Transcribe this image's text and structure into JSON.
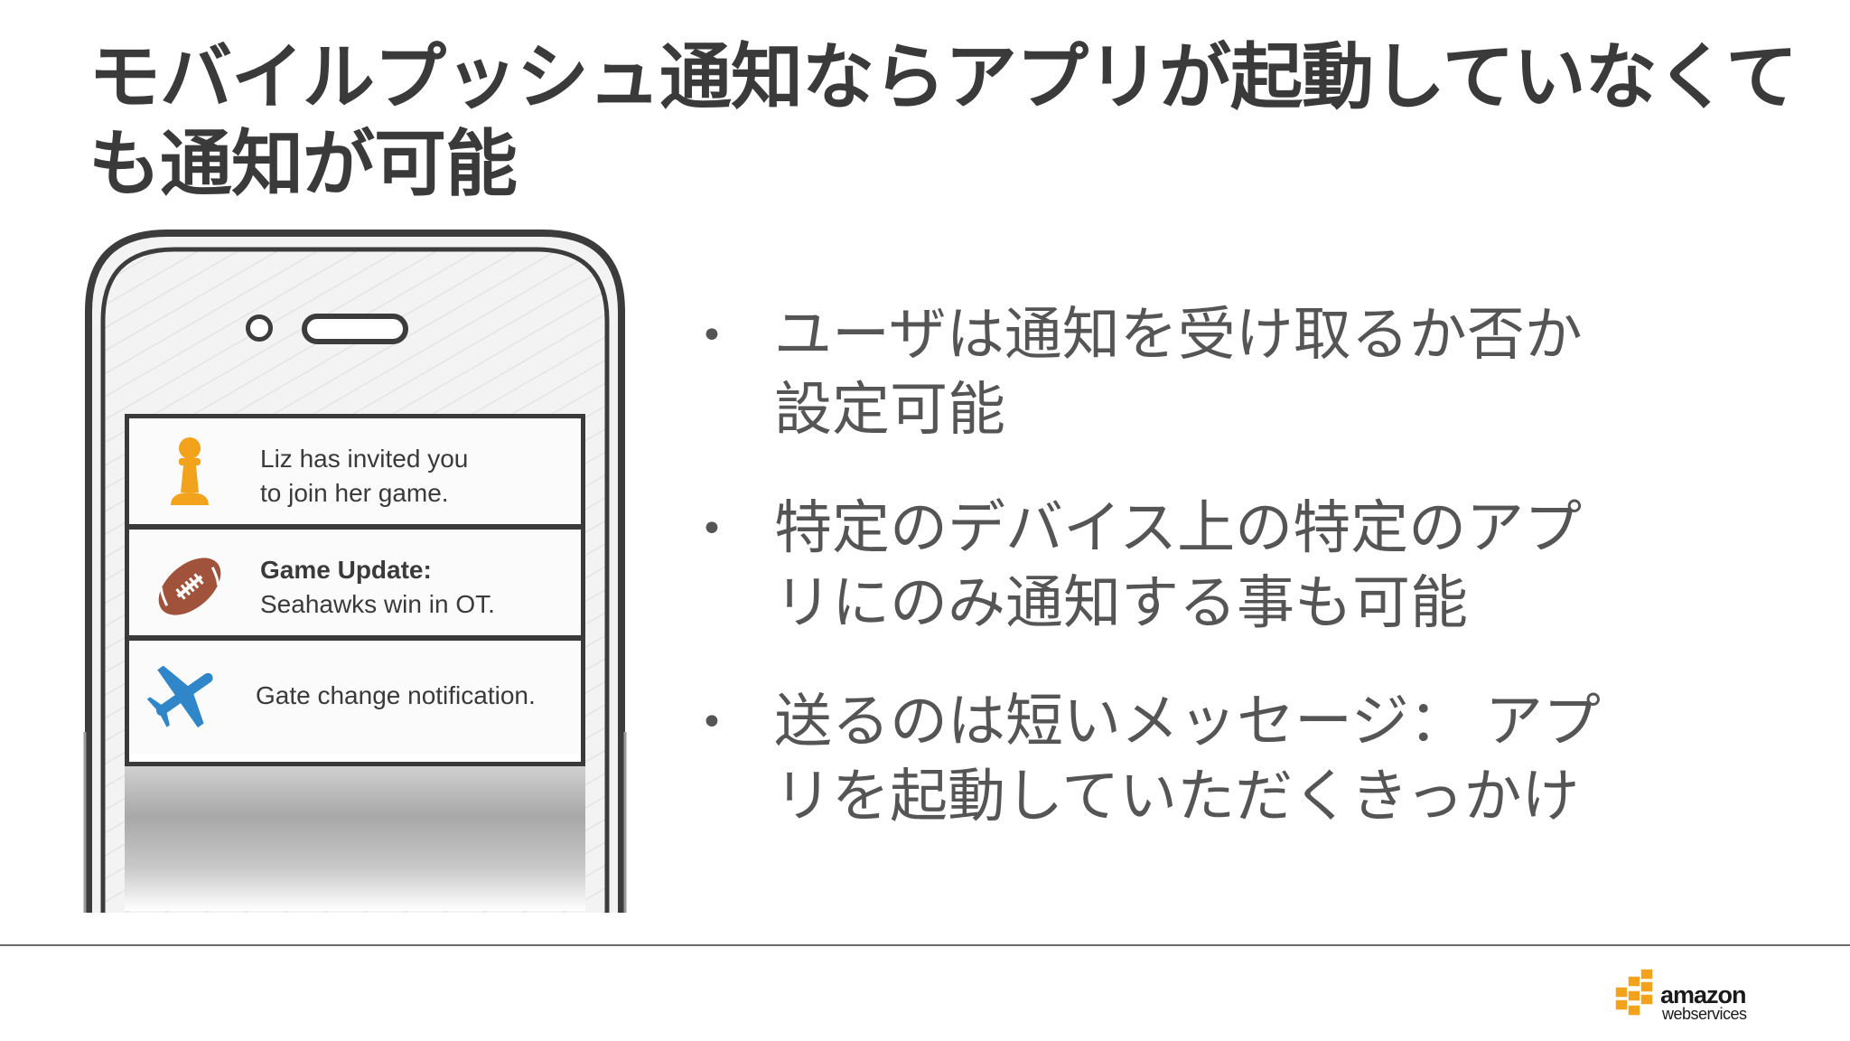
{
  "title": {
    "line1": "モバイルプッシュ通知ならアプリが起動していなくて",
    "line2": "も通知が可能"
  },
  "phone": {
    "notifications": [
      {
        "icon": "pawn-icon",
        "line1": "Liz has invited you",
        "line2": "to join her game.",
        "bold_line1": false
      },
      {
        "icon": "football-icon",
        "line1": "Game Update:",
        "line2": "Seahawks win in OT.",
        "bold_line1": true
      },
      {
        "icon": "airplane-icon",
        "line1": "Gate change notification.",
        "line2": "",
        "bold_line1": false
      }
    ]
  },
  "bullets": [
    {
      "line1": "ユーザは通知を受け取るか否か",
      "line2": "設定可能"
    },
    {
      "line1": "特定のデバイス上の特定のアプ",
      "line2": "リにのみ通知する事も可能"
    },
    {
      "line1": "送るのは短いメッセージ： アプ",
      "line2": "リを起動していただくきっかけ"
    }
  ],
  "logo": {
    "word": "amazon",
    "sub": "webservices"
  },
  "colors": {
    "title": "#3a3a3a",
    "body": "#555555",
    "pawn": "#f2a31b",
    "football": "#a0533a",
    "airplane": "#2f86c9",
    "logo_orange": "#f2a31b"
  }
}
